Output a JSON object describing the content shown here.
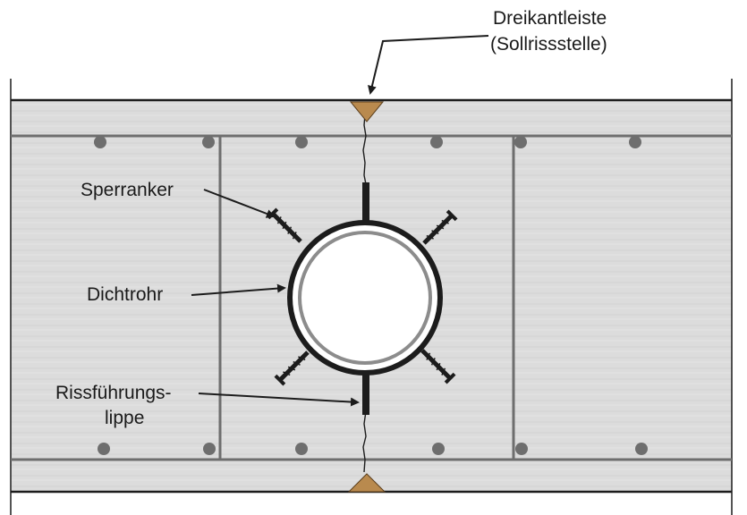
{
  "labels": {
    "dreikantleiste_line1": "Dreikantleiste",
    "dreikantleiste_line2": "(Sollrissstelle)",
    "sperranker": "Sperranker",
    "dichtrohr": "Dichtrohr",
    "rissfuehrung_line1": "Rissführungs-",
    "rissfuehrung_line2": "lippe"
  },
  "colors": {
    "concrete": "#dcdcdc",
    "concrete_dark": "#cfcfcf",
    "rebar": "#6e6e6e",
    "outline": "#1c1c1c",
    "triangle_fill": "#b98a4e",
    "pipe_outer": "#1c1c1c",
    "pipe_inner_ring": "#8c8c8c"
  }
}
